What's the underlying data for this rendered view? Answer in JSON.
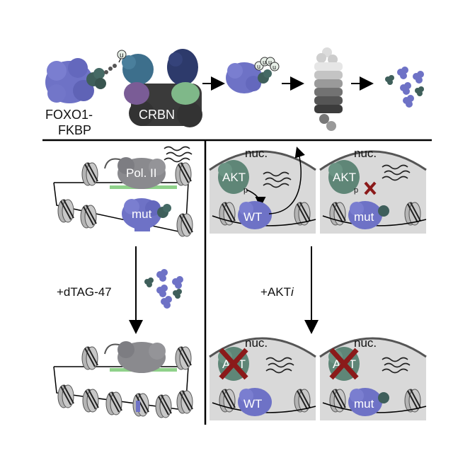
{
  "top": {
    "fusion_label_line1": "FOXO1-",
    "fusion_label_line2": "FKBP",
    "crbn_label": "CRBN",
    "ubiquitin_letter": "u"
  },
  "left": {
    "polymerase_label": "Pol. II",
    "mutant_label": "mut",
    "treatment_label": "+dTAG-47"
  },
  "right": {
    "nucleus_label": "nuc.",
    "akt_label": "AKT",
    "phospho_letter": "p",
    "wt_label": "WT",
    "mutant_label": "mut",
    "treatment_label": "+AKT",
    "treatment_suffix": "i"
  },
  "colors": {
    "foxo1": "#6e72c6",
    "fkbp": "#3f5f5b",
    "crbn": "#3a3a3a",
    "teal_protein": "#3d6f8c",
    "purple_protein": "#7a5c96",
    "navy_protein": "#2d3a6b",
    "green_protein": "#7fb889",
    "akt": "#5f8677",
    "nucleus": "#d9d9d9",
    "polymerase": "#8a8a8e",
    "inhibit_x": "#8b1a1a",
    "promoter_green": "#8fd18a"
  },
  "icons": [
    "ubiquitin-icon",
    "proteasome-icon",
    "wavy-transcript-icon",
    "nucleosome-icon",
    "inhibition-x-icon"
  ]
}
